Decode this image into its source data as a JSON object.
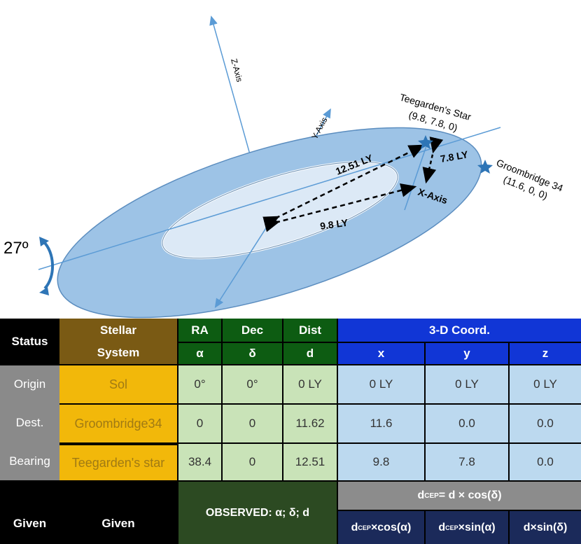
{
  "diagram": {
    "z_axis_label": "Z-Axis",
    "y_axis_label": "Y-Axis",
    "x_axis_label": "X-Axis",
    "teegarden_name": "Teegarden's Star",
    "teegarden_coords": "(9.8, 7.8, 0)",
    "groombridge_name": "Groombridge 34",
    "groombridge_coords": "(11.6, 0, 0)",
    "dist_hyp": "12.51 LY",
    "dist_y": "7.8 LY",
    "dist_x": "9.8 LY",
    "tilt_label": "27º",
    "colors": {
      "outer_disk": "#9dc3e6",
      "inner_disk": "#dce9f6",
      "axis": "#5b9bd5",
      "star": "#2e75b6"
    }
  },
  "table": {
    "headers": {
      "status": "Status",
      "stellar_system_1": "Stellar",
      "stellar_system_2": "System",
      "ra": "RA",
      "dec": "Dec",
      "dist": "Dist",
      "coord": "3-D Coord.",
      "alpha": "α",
      "delta": "δ",
      "d": "d",
      "x": "x",
      "y": "y",
      "z": "z"
    },
    "rows": [
      {
        "status": "Origin",
        "system": "Sol",
        "ra": "0°",
        "dec": "0°",
        "dist": "0 LY",
        "x": "0 LY",
        "y": "0 LY",
        "z": "0 LY"
      },
      {
        "status": "Dest.",
        "system": "Groombridge34",
        "ra": "0",
        "dec": "0",
        "dist": "11.62",
        "x": "11.6",
        "y": "0.0",
        "z": "0.0"
      },
      {
        "status": "Bearing",
        "system": "Teegarden's star",
        "ra": "38.4",
        "dec": "0",
        "dist": "12.51",
        "x": "9.8",
        "y": "7.8",
        "z": "0.0"
      }
    ],
    "footer": {
      "given_status": "Given",
      "given_system": "Given",
      "observed": "OBSERVED: α;  δ; d",
      "formula_d": "d",
      "formula_sub": "CEP",
      "formula_rest": " = d × cos(δ)",
      "fx_d": "d",
      "fx_sub": "CEP",
      "fx_rest": "×cos(α)",
      "fy_d": "d",
      "fy_sub": "CEP",
      "fy_rest": "×sin(α)",
      "fz": "d×sin(δ)"
    },
    "colors": {
      "brown": "#7a5a14",
      "dark_green": "#0d5c12",
      "blue": "#1136d6",
      "gold": "#f2b80a",
      "pale_green": "#c9e3b8",
      "pale_blue": "#bcd9ef"
    }
  }
}
